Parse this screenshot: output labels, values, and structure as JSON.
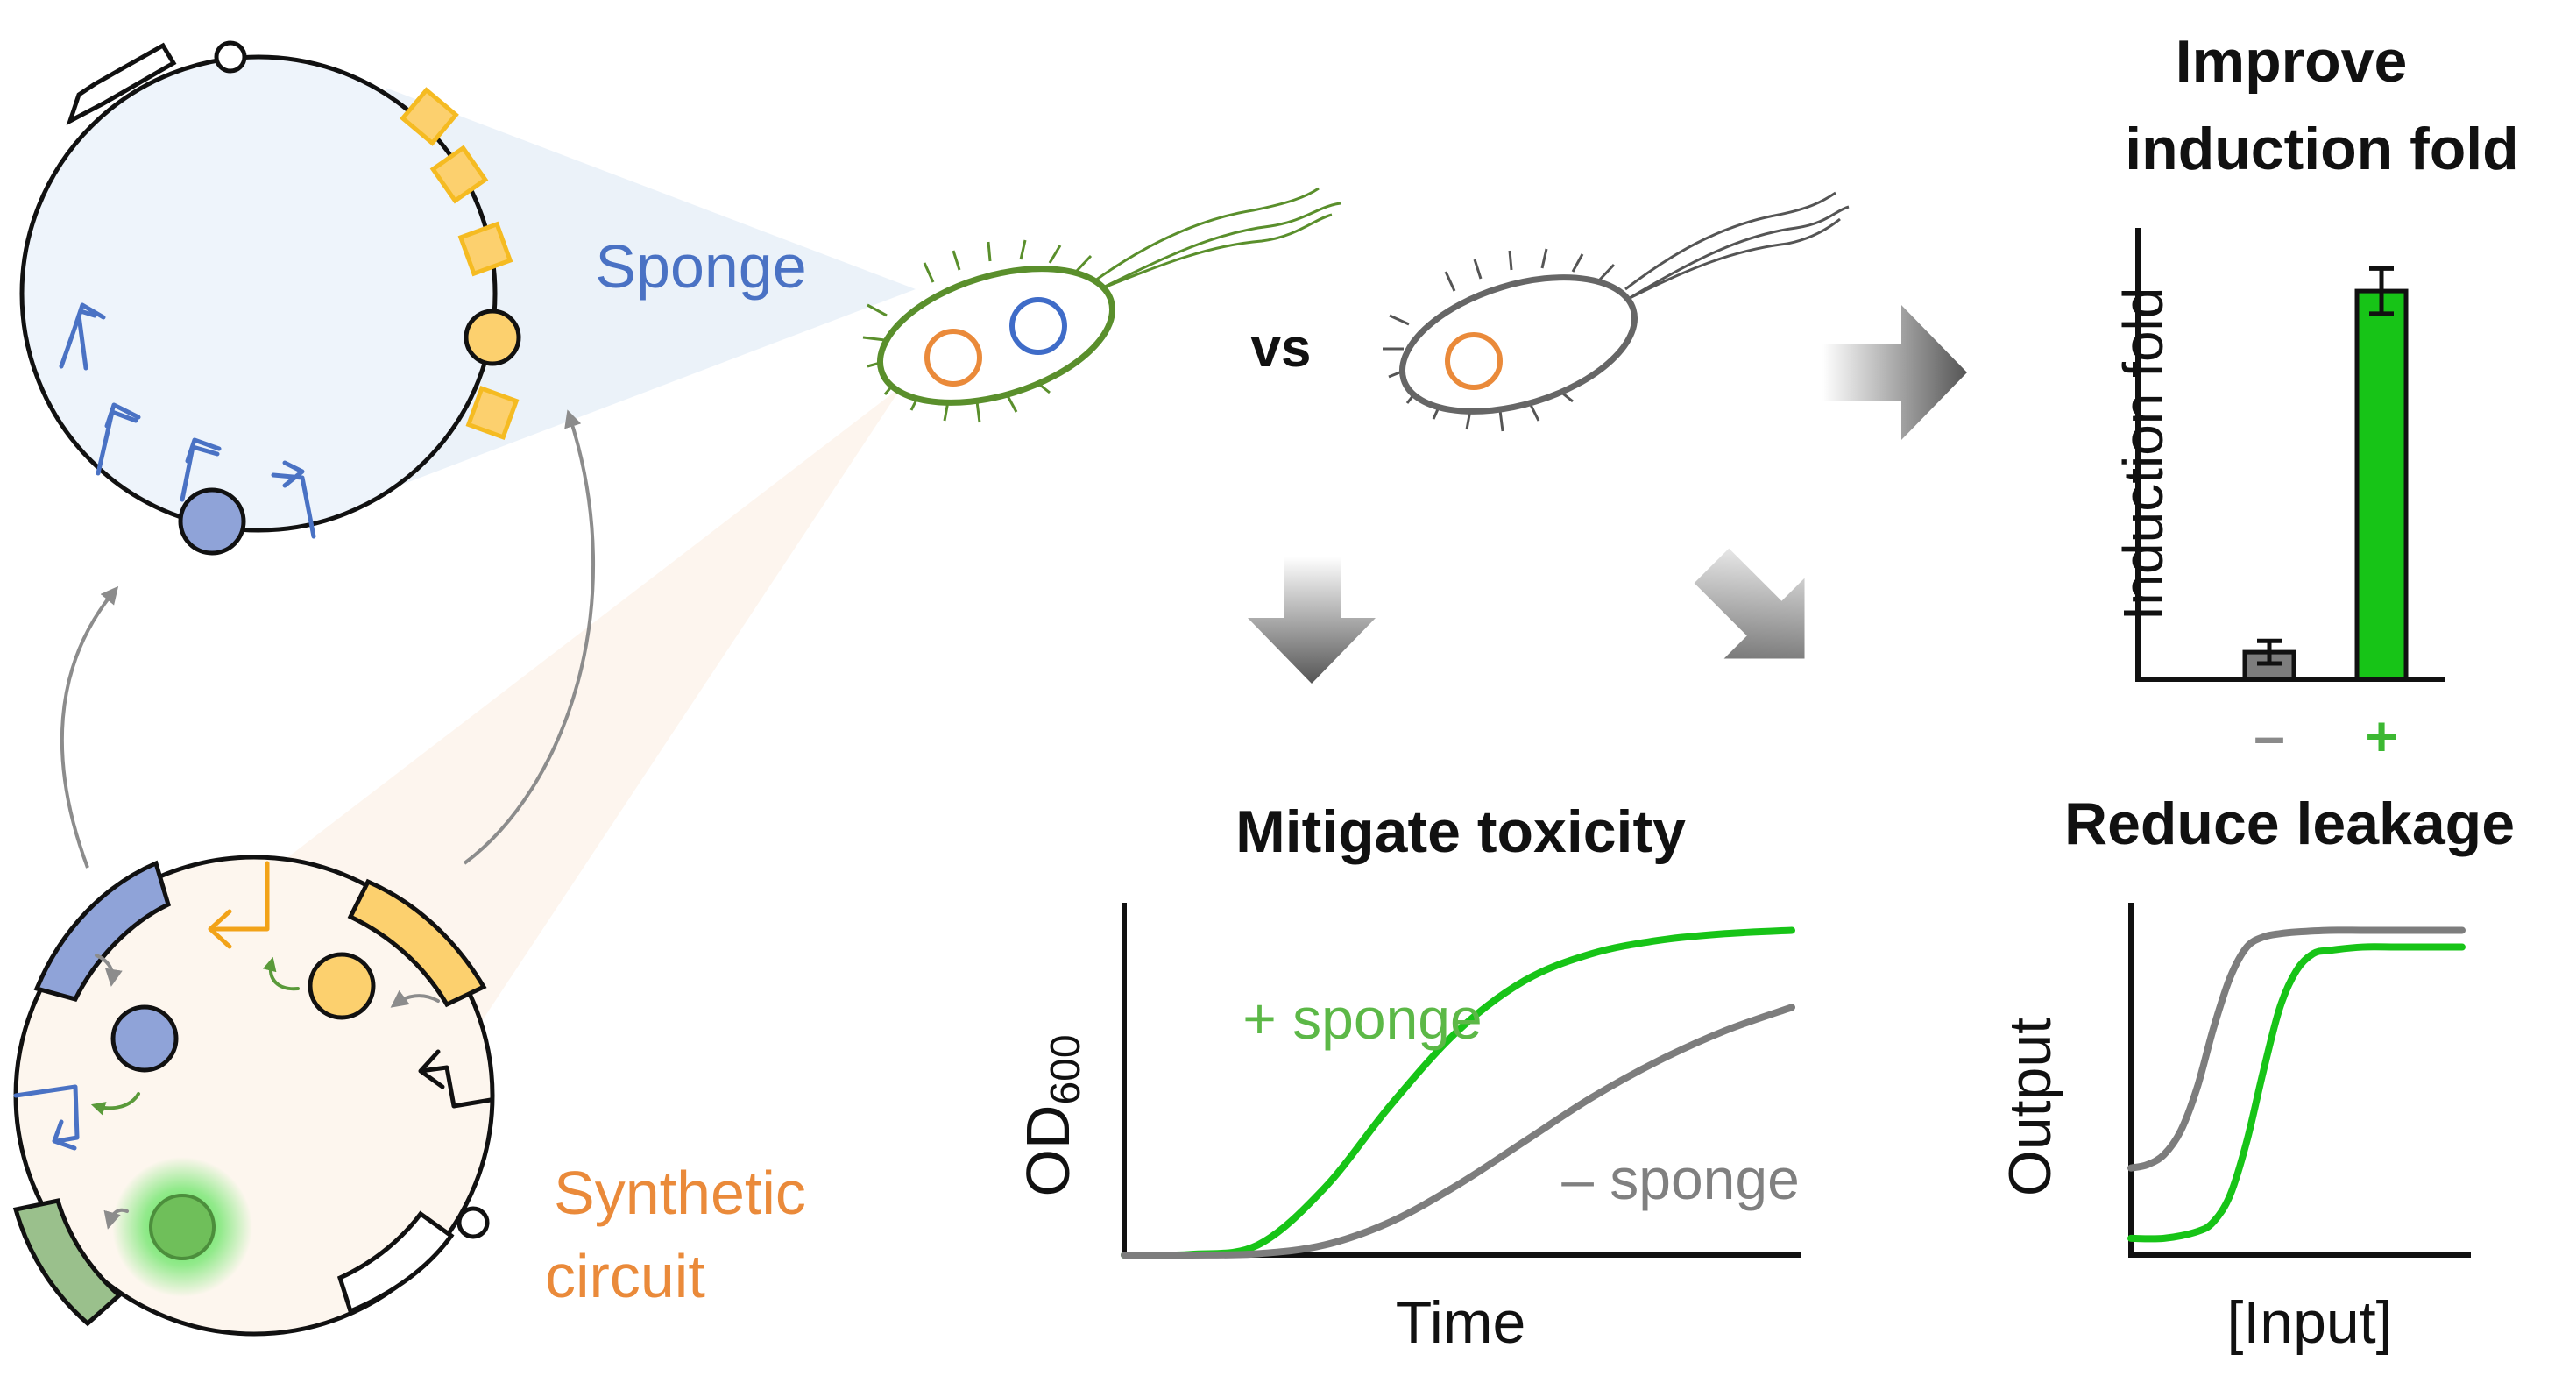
{
  "labels": {
    "sponge": "Sponge",
    "synthetic": "Synthetic",
    "circuit": "circuit",
    "vs": "vs"
  },
  "panels": {
    "induction": {
      "title_line1": "Improve",
      "title_line2": "induction fold",
      "ylabel": "Induction fold",
      "categories": [
        "–",
        "+"
      ]
    },
    "toxicity": {
      "title": "Mitigate toxicity",
      "ylabel_main": "OD",
      "ylabel_sub": "600",
      "xlabel": "Time",
      "series_plus": "+ sponge",
      "series_minus": "– sponge"
    },
    "leakage": {
      "title": "Reduce leakage",
      "ylabel": "Output",
      "xlabel": "[Input]"
    }
  },
  "colors": {
    "sponge_label": "#4a72c4",
    "circuit_label": "#ea8a3a",
    "green": "#17c417",
    "gray": "#7d7d7d",
    "bacterium_green": "#5a8f2c",
    "orange_ring": "#ea8a3a",
    "blue_ring": "#3f6cc8",
    "yellow": "#fcd06e",
    "yellow_stroke": "#f5bb22",
    "blue_fill": "#8fa3d8",
    "promoter_blue": "#4a72c4",
    "promoter_orange": "#f2a318"
  },
  "chart_data": [
    {
      "type": "bar",
      "categories": [
        "–",
        "+"
      ],
      "values": [
        0.06,
        0.86
      ],
      "errors": [
        0.025,
        0.05
      ],
      "ylim": [
        0,
        1
      ],
      "title": "Improve induction fold",
      "ylabel": "Induction fold",
      "xlabel": "",
      "bar_colors": [
        "#7d7d7d",
        "#17c417"
      ]
    },
    {
      "type": "line",
      "title": "Mitigate toxicity",
      "xlabel": "Time",
      "ylabel": "OD600",
      "xlim": [
        0,
        1
      ],
      "ylim": [
        0,
        1
      ],
      "series": [
        {
          "name": "+ sponge",
          "color": "#17c417",
          "x": [
            0,
            0.1,
            0.2,
            0.3,
            0.4,
            0.5,
            0.6,
            0.7,
            0.8,
            0.9,
            1.0
          ],
          "y": [
            0.0,
            0.002,
            0.03,
            0.2,
            0.45,
            0.67,
            0.82,
            0.9,
            0.94,
            0.96,
            0.97
          ]
        },
        {
          "name": "– sponge",
          "color": "#7d7d7d",
          "x": [
            0,
            0.1,
            0.2,
            0.3,
            0.4,
            0.5,
            0.6,
            0.7,
            0.8,
            0.9,
            1.0
          ],
          "y": [
            0.0,
            0.0,
            0.004,
            0.03,
            0.1,
            0.21,
            0.34,
            0.47,
            0.58,
            0.67,
            0.74
          ]
        }
      ]
    },
    {
      "type": "line",
      "title": "Reduce leakage",
      "xlabel": "[Input]",
      "ylabel": "Output",
      "xlim": [
        0,
        1
      ],
      "ylim": [
        0,
        1
      ],
      "series": [
        {
          "color": "#7d7d7d",
          "x": [
            0,
            0.05,
            0.1,
            0.15,
            0.2,
            0.25,
            0.3,
            0.35,
            0.4,
            0.45,
            0.5,
            0.6,
            0.7,
            0.8,
            0.9,
            1.0
          ],
          "y": [
            0.26,
            0.27,
            0.3,
            0.37,
            0.5,
            0.68,
            0.83,
            0.92,
            0.95,
            0.96,
            0.965,
            0.97,
            0.97,
            0.97,
            0.97,
            0.97
          ]
        },
        {
          "color": "#17c417",
          "x": [
            0,
            0.1,
            0.2,
            0.25,
            0.3,
            0.35,
            0.4,
            0.45,
            0.5,
            0.55,
            0.6,
            0.7,
            0.8,
            0.9,
            1.0
          ],
          "y": [
            0.05,
            0.05,
            0.07,
            0.1,
            0.18,
            0.34,
            0.55,
            0.74,
            0.85,
            0.9,
            0.91,
            0.92,
            0.92,
            0.92,
            0.92
          ]
        }
      ]
    }
  ]
}
